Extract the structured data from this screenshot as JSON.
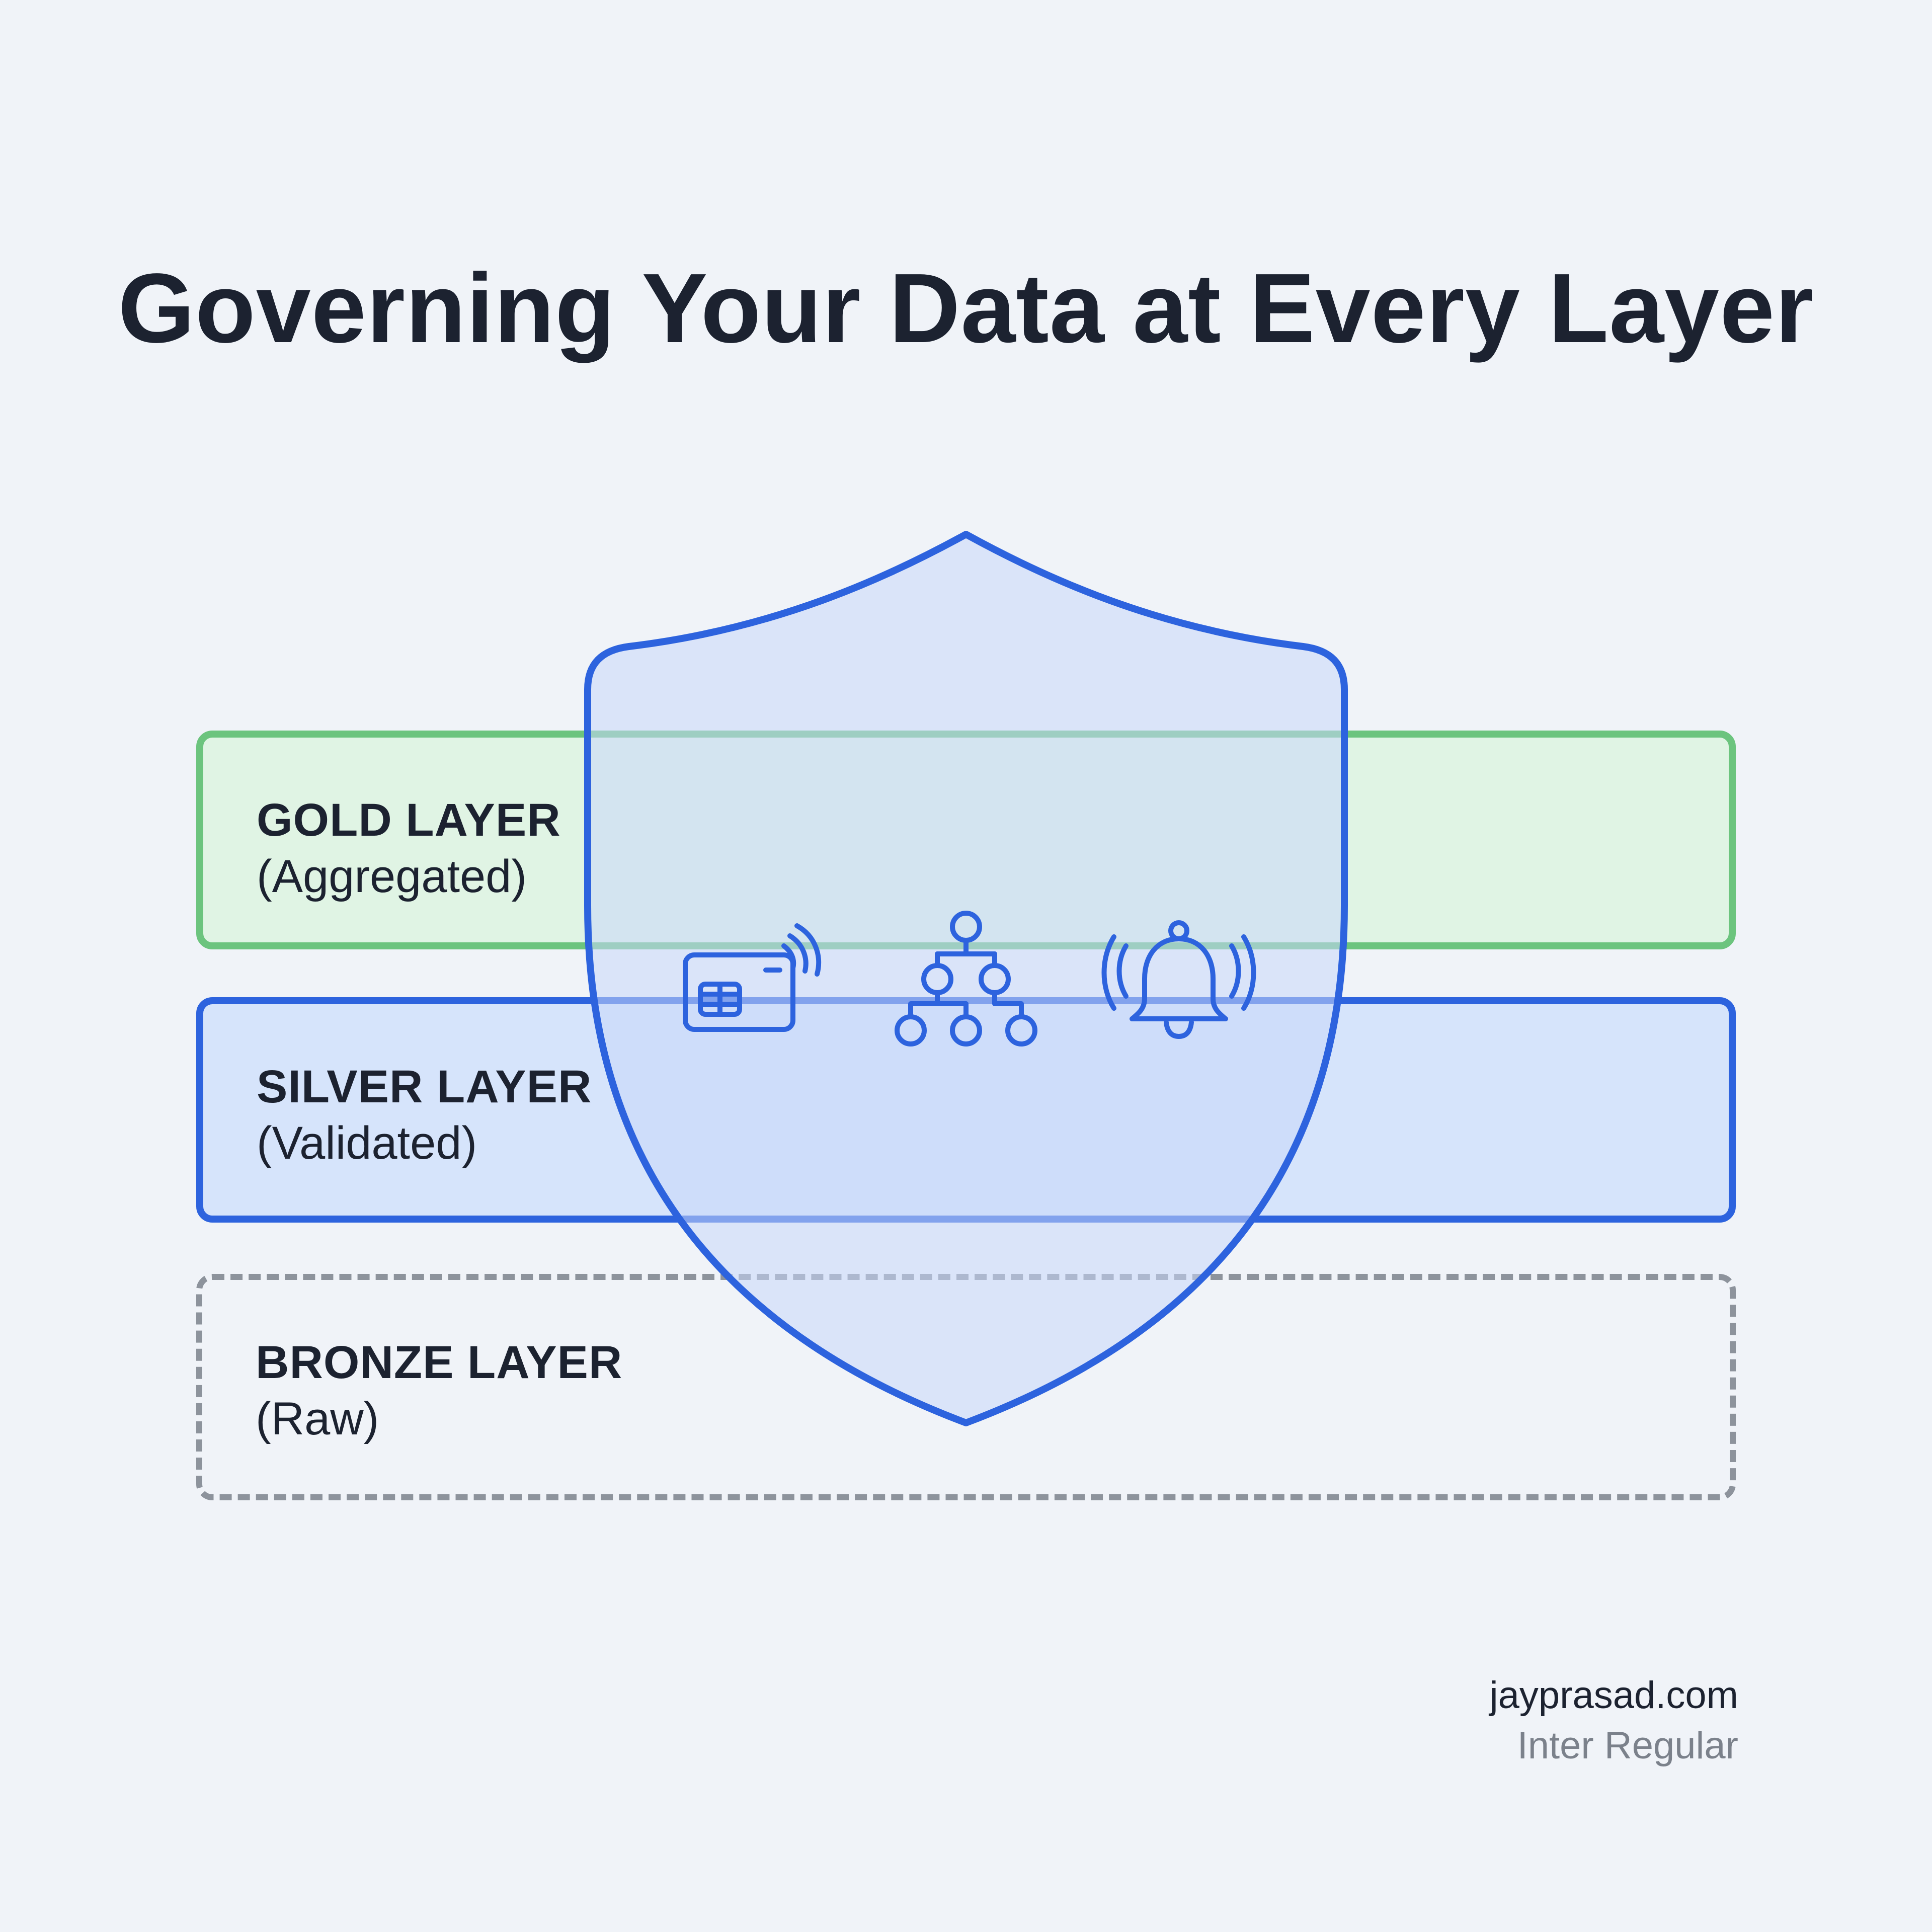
{
  "title": "Governing Your Data at Every Layer",
  "layers": [
    {
      "name": "GOLD LAYER",
      "sub": "(Aggregated)",
      "color": "#6cc47e"
    },
    {
      "name": "SILVER LAYER",
      "sub": "(Validated)",
      "color": "#2d63de"
    },
    {
      "name": "BRONZE LAYER",
      "sub": "(Raw)",
      "color": "#8d939c"
    }
  ],
  "shield": {
    "icon": "shield-icon",
    "color": "#2d63de",
    "icons": [
      "contactless-card-icon",
      "hierarchy-tree-icon",
      "ringing-bell-icon"
    ]
  },
  "footer": {
    "brand": "jayprasad.com",
    "font_note": "Inter Regular"
  }
}
